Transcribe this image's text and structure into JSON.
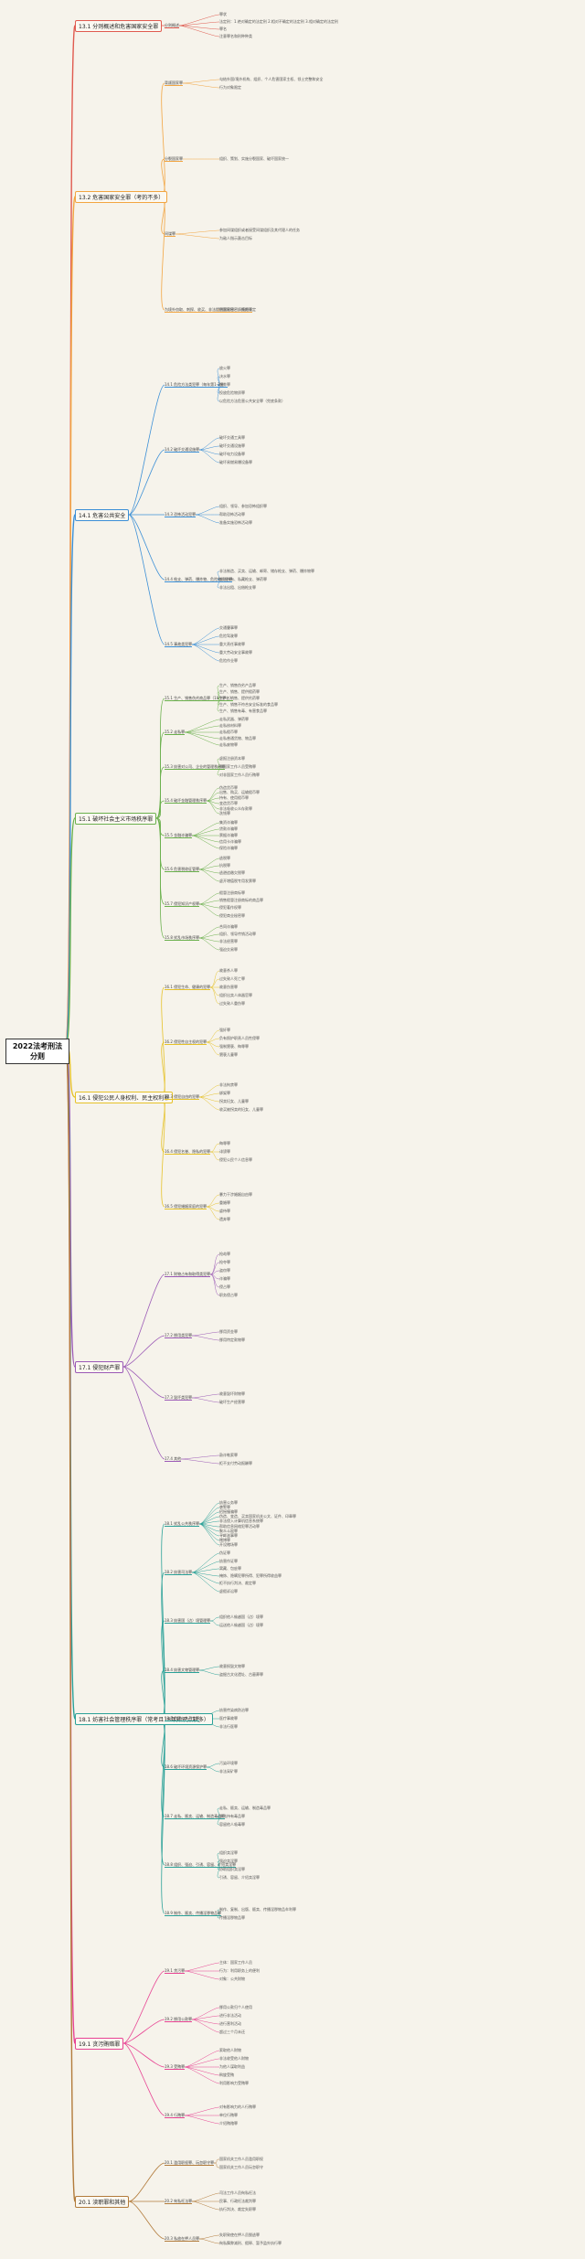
{
  "root": {
    "title": "2022法考刑法分则"
  },
  "colors": {
    "red": "#e05a4f",
    "orange": "#f2a541",
    "blue": "#3b8fd6",
    "green": "#6ab04c",
    "yellow": "#e6c229",
    "purple": "#9b59b6",
    "teal": "#2aa198",
    "pink": "#e84393",
    "brown": "#b27b3b"
  },
  "branches": [
    {
      "label": "13.1 分则概述和危害国家安全罪",
      "color": "red",
      "subs": [
        {
          "label": "分则概述",
          "leaves": [
            "罪状",
            "法定刑：1.绝对确定的法定刑 2.相对不确定的法定刑 3.相对确定的法定刑",
            "罪名",
            "注意罪名和刑种种类"
          ]
        }
      ]
    },
    {
      "label": "13.2 危害国家安全罪（考的不多）",
      "color": "orange",
      "subs": [
        {
          "label": "背叛国家罪",
          "leaves": [
            "勾结外国/境外机构、组织、个人危害国家主权、领土完整和安全",
            "行为对象限定"
          ]
        },
        {
          "label": "分裂国家罪",
          "leaves": [
            "组织、策划、实施分裂国家、破坏国家统一"
          ]
        },
        {
          "label": "间谍罪",
          "leaves": [
            "参加间谍组织或者接受间谍组织及其代理人的任务",
            "为敌人指示轰击目标"
          ]
        },
        {
          "label": "为境外窃取、刺探、收买、非法提供国家秘密、情报罪",
          "leaves": [
            "国家秘密、情报的认定"
          ]
        }
      ]
    },
    {
      "label": "14.1 危害公共安全",
      "color": "blue",
      "subs": [
        {
          "label": "14.1 危险方法类犯罪（每年第1-3分）",
          "leaves": [
            "放火罪",
            "决水罪",
            "爆炸罪",
            "投放危险物质罪",
            "以危险方法危害公共安全罪（兜底条款）"
          ]
        },
        {
          "label": "14.2 破坏交通设施罪",
          "leaves": [
            "破坏交通工具罪",
            "破坏交通设施罪",
            "破坏电力设备罪",
            "破坏易燃易爆设备罪"
          ]
        },
        {
          "label": "14.3 恐怖活动犯罪",
          "leaves": [
            "组织、领导、参加恐怖组织罪",
            "帮助恐怖活动罪",
            "准备实施恐怖活动罪"
          ]
        },
        {
          "label": "14.4 枪支、弹药、爆炸物、危险物质犯罪",
          "leaves": [
            "非法制造、买卖、运输、邮寄、储存枪支、弹药、爆炸物罪",
            "非法持有、私藏枪支、弹药罪",
            "非法出租、出借枪支罪"
          ]
        },
        {
          "label": "14.5 事故类犯罪",
          "leaves": [
            "交通肇事罪",
            "危险驾驶罪",
            "重大责任事故罪",
            "重大劳动安全事故罪",
            "危险作业罪"
          ]
        }
      ]
    },
    {
      "label": "15.1 破坏社会主义市场秩序罪",
      "color": "green",
      "subs": [
        {
          "label": "15.1 生产、销售伪劣商品罪（10个罪名）",
          "leaves": [
            "生产、销售伪劣产品罪",
            "生产、销售、提供假药罪",
            "生产、销售、提供劣药罪",
            "生产、销售不符合安全标准的食品罪",
            "生产、销售有毒、有害食品罪"
          ]
        },
        {
          "label": "15.2 走私罪",
          "leaves": [
            "走私武器、弹药罪",
            "走私核材料罪",
            "走私假币罪",
            "走私普通货物、物品罪",
            "走私废物罪"
          ]
        },
        {
          "label": "15.3 妨害对公司、企业的管理秩序罪",
          "leaves": [
            "虚报注册资本罪",
            "非国家工作人员受贿罪",
            "对非国家工作人员行贿罪"
          ]
        },
        {
          "label": "15.4 破坏金融管理秩序罪",
          "leaves": [
            "伪造货币罪",
            "出售、购买、运输假币罪",
            "持有、使用假币罪",
            "变造货币罪",
            "非法吸收公众存款罪",
            "洗钱罪"
          ]
        },
        {
          "label": "15.5 金融诈骗罪",
          "leaves": [
            "集资诈骗罪",
            "贷款诈骗罪",
            "票据诈骗罪",
            "信用卡诈骗罪",
            "保险诈骗罪"
          ]
        },
        {
          "label": "15.6 危害税收征管罪",
          "leaves": [
            "逃税罪",
            "抗税罪",
            "逃避追缴欠税罪",
            "虚开增值税专用发票罪"
          ]
        },
        {
          "label": "15.7 侵犯知识产权罪",
          "leaves": [
            "假冒注册商标罪",
            "销售假冒注册商标的商品罪",
            "侵犯著作权罪",
            "侵犯商业秘密罪"
          ]
        },
        {
          "label": "15.8 扰乱市场秩序罪",
          "leaves": [
            "合同诈骗罪",
            "组织、领导传销活动罪",
            "非法经营罪",
            "强迫交易罪"
          ]
        }
      ]
    },
    {
      "label": "16.1 侵犯公民人身权利、民主权利罪",
      "color": "yellow",
      "subs": [
        {
          "label": "16.1 侵犯生命、健康的犯罪",
          "leaves": [
            "故意杀人罪",
            "过失致人死亡罪",
            "故意伤害罪",
            "组织出卖人体器官罪",
            "过失致人重伤罪"
          ]
        },
        {
          "label": "16.2 侵犯性自主权的犯罪",
          "leaves": [
            "强奸罪",
            "负有照护职责人员性侵罪",
            "强制猥亵、侮辱罪",
            "猥亵儿童罪"
          ]
        },
        {
          "label": "16.3 侵犯自由的犯罪",
          "leaves": [
            "非法拘禁罪",
            "绑架罪",
            "拐卖妇女、儿童罪",
            "收买被拐卖的妇女、儿童罪"
          ]
        },
        {
          "label": "16.4 侵犯名誉、隐私的犯罪",
          "leaves": [
            "侮辱罪",
            "诽谤罪",
            "侵犯公民个人信息罪"
          ]
        },
        {
          "label": "16.5 侵犯婚姻家庭的犯罪",
          "leaves": [
            "暴力干涉婚姻自由罪",
            "重婚罪",
            "虐待罪",
            "遗弃罪"
          ]
        }
      ]
    },
    {
      "label": "17.1 侵犯财产罪",
      "color": "purple",
      "subs": [
        {
          "label": "17.1 财物占有和取得类犯罪",
          "leaves": [
            "抢劫罪",
            "抢夺罪",
            "盗窃罪",
            "诈骗罪",
            "侵占罪",
            "职务侵占罪"
          ]
        },
        {
          "label": "17.2 挪用类犯罪",
          "leaves": [
            "挪用资金罪",
            "挪用特定款物罪"
          ]
        },
        {
          "label": "17.3 毁坏类犯罪",
          "leaves": [
            "故意毁坏财物罪",
            "破坏生产经营罪"
          ]
        },
        {
          "label": "17.4 其他",
          "leaves": [
            "敲诈勒索罪",
            "拒不支付劳动报酬罪"
          ]
        }
      ]
    },
    {
      "label": "18.1 妨害社会管理秩序罪（常考且18年知识点较多）",
      "color": "teal",
      "subs": [
        {
          "label": "18.1 扰乱公共秩序罪",
          "leaves": [
            "妨害公务罪",
            "袭警罪",
            "招摇撞骗罪",
            "伪造、变造、买卖国家机关公文、证件、印章罪",
            "非法侵入计算机信息系统罪",
            "帮助信息网络犯罪活动罪",
            "聚众斗殴罪",
            "寻衅滋事罪",
            "赌博罪",
            "开设赌场罪"
          ]
        },
        {
          "label": "18.2 妨害司法罪",
          "leaves": [
            "伪证罪",
            "妨害作证罪",
            "窝藏、包庇罪",
            "掩饰、隐瞒犯罪所得、犯罪所得收益罪",
            "拒不执行判决、裁定罪",
            "虚假诉讼罪"
          ]
        },
        {
          "label": "18.3 妨害国（边）境管理罪",
          "leaves": [
            "组织他人偷越国（边）境罪",
            "运送他人偷越国（边）境罪"
          ]
        },
        {
          "label": "18.4 妨害文物管理罪",
          "leaves": [
            "故意损毁文物罪",
            "盗掘古文化遗址、古墓葬罪"
          ]
        },
        {
          "label": "18.5 危害公共卫生罪",
          "leaves": [
            "妨害传染病防治罪",
            "医疗事故罪",
            "非法行医罪"
          ]
        },
        {
          "label": "18.6 破坏环境资源保护罪",
          "leaves": [
            "污染环境罪",
            "非法采矿罪"
          ]
        },
        {
          "label": "18.7 走私、贩卖、运输、制造毒品罪",
          "leaves": [
            "走私、贩卖、运输、制造毒品罪",
            "非法持有毒品罪",
            "容留他人吸毒罪"
          ]
        },
        {
          "label": "18.8 组织、强迫、引诱、容留、介绍卖淫罪",
          "leaves": [
            "组织卖淫罪",
            "强迫卖淫罪",
            "协助组织卖淫罪",
            "引诱、容留、介绍卖淫罪"
          ]
        },
        {
          "label": "18.9 制作、贩卖、传播淫秽物品罪",
          "leaves": [
            "制作、复制、出版、贩卖、传播淫秽物品牟利罪",
            "传播淫秽物品罪"
          ]
        }
      ]
    },
    {
      "label": "19.1 贪污贿赂罪",
      "color": "pink",
      "subs": [
        {
          "label": "19.1 贪污罪",
          "leaves": [
            "主体：国家工作人员",
            "行为：利用职务上的便利",
            "对象：公共财物"
          ]
        },
        {
          "label": "19.2 挪用公款罪",
          "leaves": [
            "挪用公款归个人使用",
            "进行非法活动",
            "进行营利活动",
            "超过三个月未还"
          ]
        },
        {
          "label": "19.3 受贿罪",
          "leaves": [
            "索取他人财物",
            "非法收受他人财物",
            "为他人谋取利益",
            "斡旋受贿",
            "利用影响力受贿罪"
          ]
        },
        {
          "label": "19.4 行贿罪",
          "leaves": [
            "对有影响力的人行贿罪",
            "单位行贿罪",
            "介绍贿赂罪"
          ]
        }
      ]
    },
    {
      "label": "20.1 渎职罪和其他",
      "color": "brown",
      "subs": [
        {
          "label": "20.1 滥用职权罪、玩忽职守罪",
          "leaves": [
            "国家机关工作人员滥用职权",
            "国家机关工作人员玩忽职守"
          ]
        },
        {
          "label": "20.2 徇私枉法罪",
          "leaves": [
            "司法工作人员徇私枉法",
            "民事、行政枉法裁判罪",
            "执行判决、裁定失职罪"
          ]
        },
        {
          "label": "20.3 私放在押人员罪",
          "leaves": [
            "失职致使在押人员脱逃罪",
            "徇私舞弊减刑、假释、暂予监外执行罪"
          ]
        }
      ]
    }
  ]
}
